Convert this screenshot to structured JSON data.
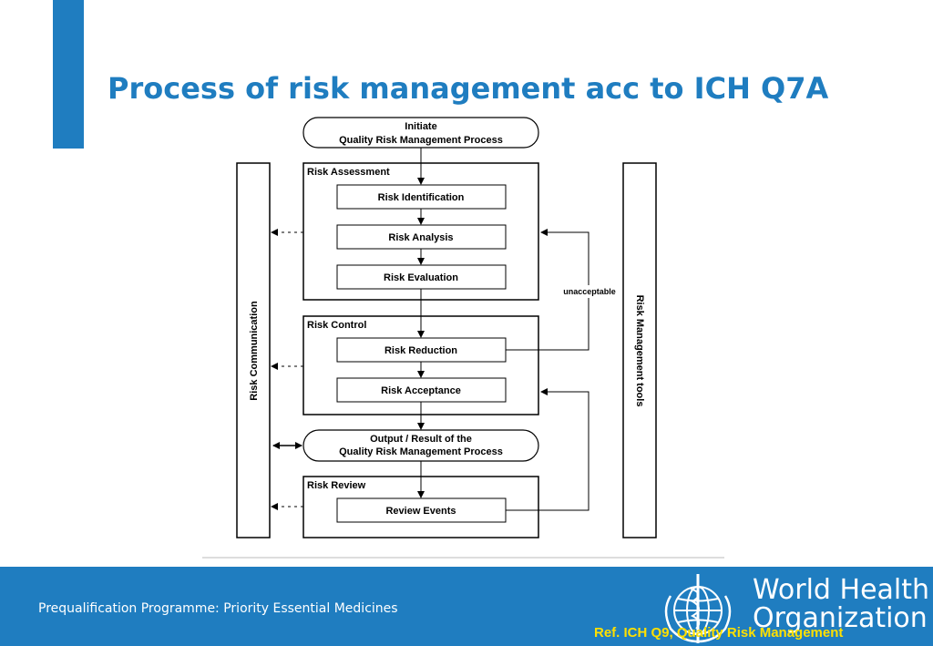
{
  "slide": {
    "title": "Process of risk management acc to ICH Q7A"
  },
  "diagram": {
    "initiate_line1": "Initiate",
    "initiate_line2": "Quality Risk Management Process",
    "risk_assessment_label": "Risk Assessment",
    "risk_identification": "Risk Identification",
    "risk_analysis": "Risk Analysis",
    "risk_evaluation": "Risk Evaluation",
    "risk_control_label": "Risk Control",
    "risk_reduction": "Risk Reduction",
    "risk_acceptance": "Risk Acceptance",
    "output_line1": "Output / Result of the",
    "output_line2": "Quality Risk Management Process",
    "risk_review_label": "Risk Review",
    "review_events": "Review Events",
    "unacceptable": "unacceptable",
    "risk_communication": "Risk Communication",
    "risk_management_tools": "Risk Management tools"
  },
  "footer": {
    "programme": "Prequalification Programme: Priority Essential Medicines",
    "who_line1": "World Health",
    "who_line2": "Organization",
    "reference": "Ref. ICH Q9, Quality Risk Management"
  },
  "colors": {
    "brand_blue": "#1f7dc0",
    "reference_yellow": "#ffe000"
  },
  "icons": {
    "logo": "who-emblem-icon"
  }
}
